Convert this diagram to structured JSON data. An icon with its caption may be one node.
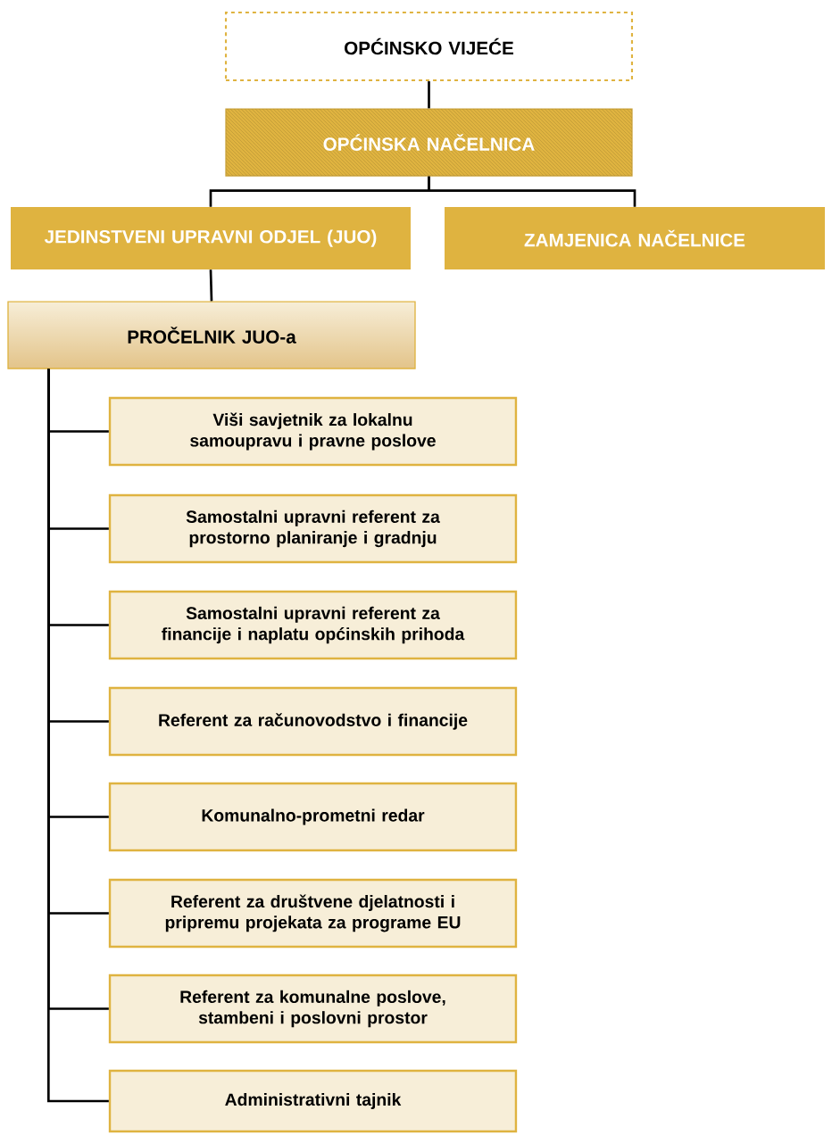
{
  "diagram": {
    "nodes": [
      {
        "text": [
          "OPĆINSKO VIJEĆE"
        ]
      },
      {
        "text": [
          "OPĆINSKA NAČELNICA"
        ]
      },
      {
        "text": [
          "JEDINSTVENI UPRAVNI  ODJEL (JUO)"
        ]
      },
      {
        "text": [
          "ZAMJENICA NAČELNICE"
        ]
      },
      {
        "text": [
          "PROČELNIK JUO-a"
        ]
      },
      {
        "text": [
          "Viši savjetnik za lokalnu samoupravu i pravne poslove"
        ]
      },
      {
        "text": [
          "Samostalni upravni referent za prostorno planiranje i gradnju"
        ]
      },
      {
        "text": [
          "Samostalni upravni referent za financije i  naplatu općinskih prihoda"
        ]
      },
      {
        "text": [
          "Referent za računovodstvo i financije"
        ]
      },
      {
        "text": [
          "Komunalno-prometni redar"
        ]
      },
      {
        "text": [
          "Referent za društvene djelatnosti i pripremu projekata za programe EU"
        ]
      },
      {
        "text": [
          "Referent za komunalne poslove, stambeni i poslovni prostor"
        ]
      },
      {
        "text": [
          "Administrativni tajnik"
        ]
      }
    ],
    "edges": [
      {
        "from": 0,
        "to": 1,
        "arrow": "none"
      },
      {
        "from": 1,
        "to": 2,
        "arrow": "none"
      },
      {
        "from": 1,
        "to": 3,
        "arrow": "none"
      },
      {
        "from": 2,
        "to": 4,
        "arrow": "none"
      },
      {
        "from": 4,
        "to": 5,
        "arrow": "none"
      },
      {
        "from": 4,
        "to": 6,
        "arrow": "none"
      },
      {
        "from": 4,
        "to": 7,
        "arrow": "none"
      },
      {
        "from": 4,
        "to": 8,
        "arrow": "none"
      },
      {
        "from": 4,
        "to": 9,
        "arrow": "none"
      },
      {
        "from": 4,
        "to": 10,
        "arrow": "none"
      },
      {
        "from": 4,
        "to": 11,
        "arrow": "none"
      },
      {
        "from": 4,
        "to": 12,
        "arrow": "none"
      }
    ]
  }
}
